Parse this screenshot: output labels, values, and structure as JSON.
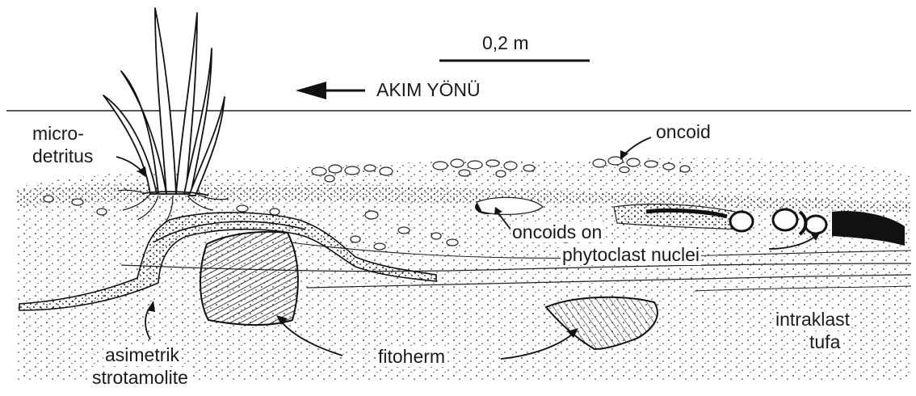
{
  "scale_bar": {
    "label": "0,2 m"
  },
  "flow_direction": {
    "label": "AKIM YÖNÜ"
  },
  "labels": {
    "micro": "micro-",
    "detritus": "detritus",
    "oncoid": "oncoid",
    "oncoids_on": "oncoids  on",
    "phytoclast_nuclei": "phytoclast  nuclei",
    "asimetrik": "asimetrik",
    "strotamolite": "strotamolite",
    "fitoherm": "fitoherm",
    "intraklast": "intraklast",
    "tufa": "tufa"
  }
}
